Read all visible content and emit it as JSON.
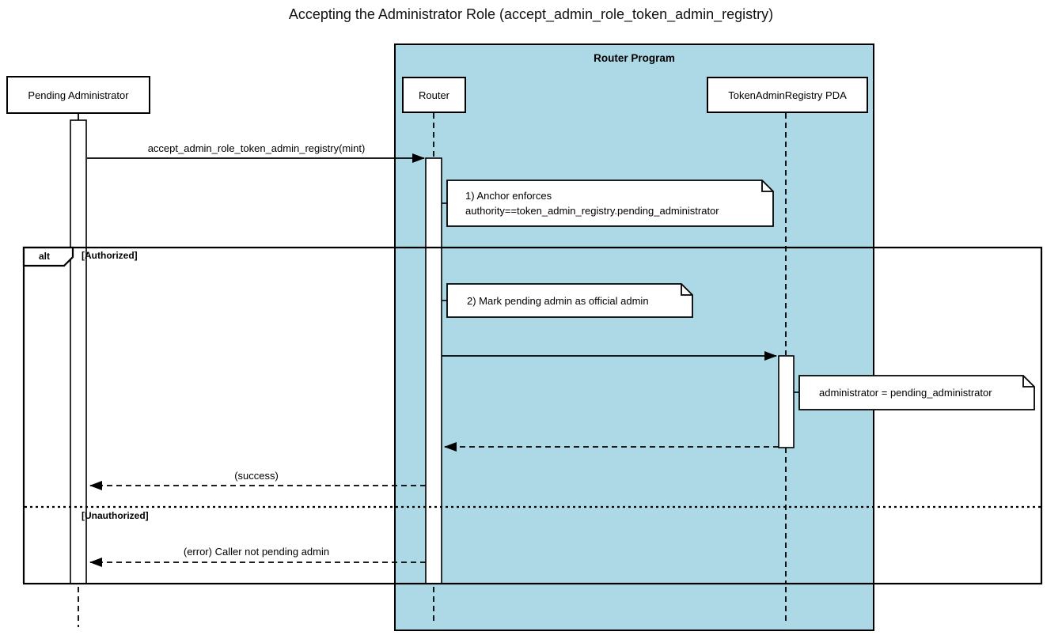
{
  "title": "Accepting the Administrator Role (accept_admin_role_token_admin_registry)",
  "container": {
    "label": "Router Program"
  },
  "participants": [
    {
      "label": "Pending Administrator"
    },
    {
      "label": "Router"
    },
    {
      "label": "TokenAdminRegistry PDA"
    }
  ],
  "messages": {
    "call": "accept_admin_role_token_admin_registry(mint)",
    "success": "(success)",
    "error": "(error) Caller not pending admin"
  },
  "notes": {
    "anchor_enforces": {
      "line1": "1) Anchor enforces",
      "line2": "authority==token_admin_registry.pending_administrator"
    },
    "mark_admin": {
      "line1": "2) Mark pending admin as official admin"
    },
    "assign_admin": {
      "line1": "administrator = pending_administrator"
    }
  },
  "alt_frame": {
    "operator": "alt",
    "guard_authorized": "[Authorized]",
    "guard_unauthorized": "[Unauthorized]"
  },
  "colors": {
    "container_fill": "#ADD8E6",
    "line": "#000000",
    "note_fill": "#FFFFFF"
  }
}
